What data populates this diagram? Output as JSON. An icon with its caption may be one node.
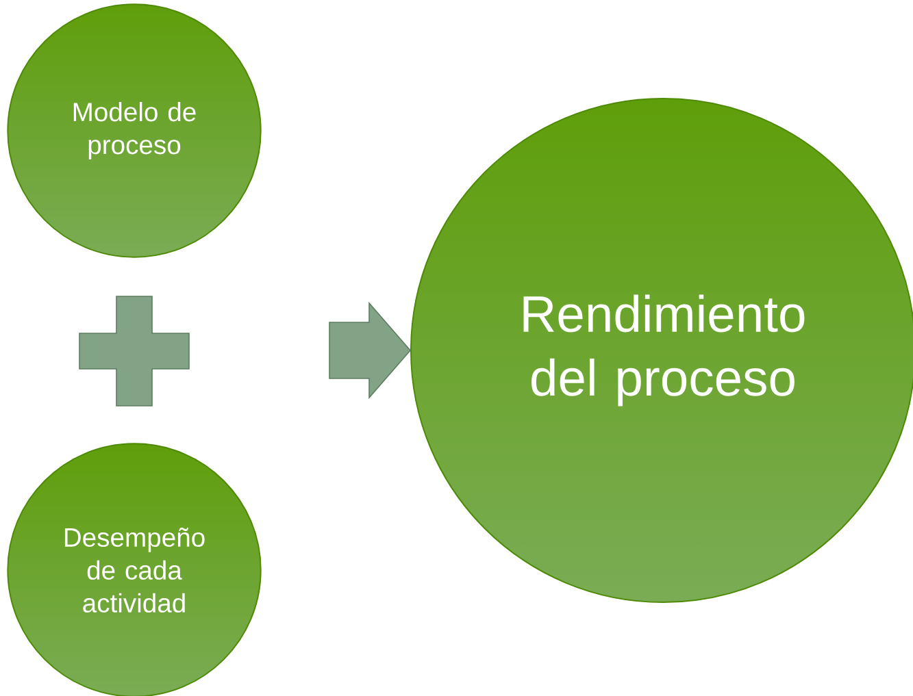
{
  "diagram": {
    "nodes": [
      {
        "text": [
          "Modelo de proceso"
        ]
      },
      {
        "text": [
          "Desempeño de cada actividad"
        ]
      },
      {
        "text": [
          "Rendimiento del proceso"
        ]
      },
      {
        "text": [],
        "shape": "plus"
      }
    ],
    "edges": [
      {
        "from": null,
        "to": 2,
        "arrow": "to"
      }
    ]
  }
}
